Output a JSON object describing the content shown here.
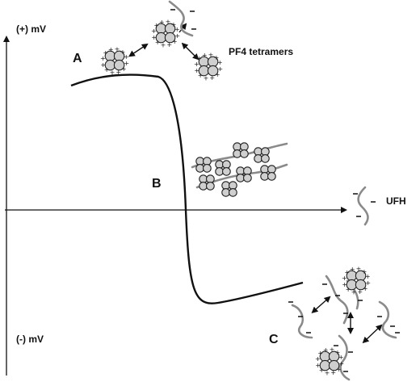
{
  "axis": {
    "top_label": "(+) mV",
    "bottom_label": "(-) mV"
  },
  "regions": {
    "a": "A",
    "b": "B",
    "c": "C"
  },
  "legend": {
    "tetramers": "PF4 tetramers",
    "heparin": "UFH"
  }
}
